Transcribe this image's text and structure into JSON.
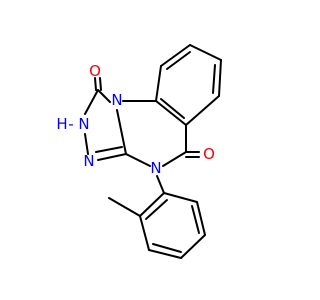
{
  "molecule": {
    "atoms": {
      "o1": {
        "symbol": "O",
        "color": "#ff0000"
      },
      "nh": {
        "symbol": "H",
        "color": "#0000ff"
      },
      "n2h": {
        "symbol": "N",
        "color": "#0000ff"
      },
      "n3": {
        "symbol": "N",
        "color": "#0000ff"
      },
      "n9": {
        "symbol": "N",
        "color": "#0000ff"
      },
      "n4": {
        "symbol": "N",
        "color": "#0000ff"
      },
      "o5": {
        "symbol": "O",
        "color": "#ff0000"
      }
    },
    "bond_color": "#000000"
  }
}
